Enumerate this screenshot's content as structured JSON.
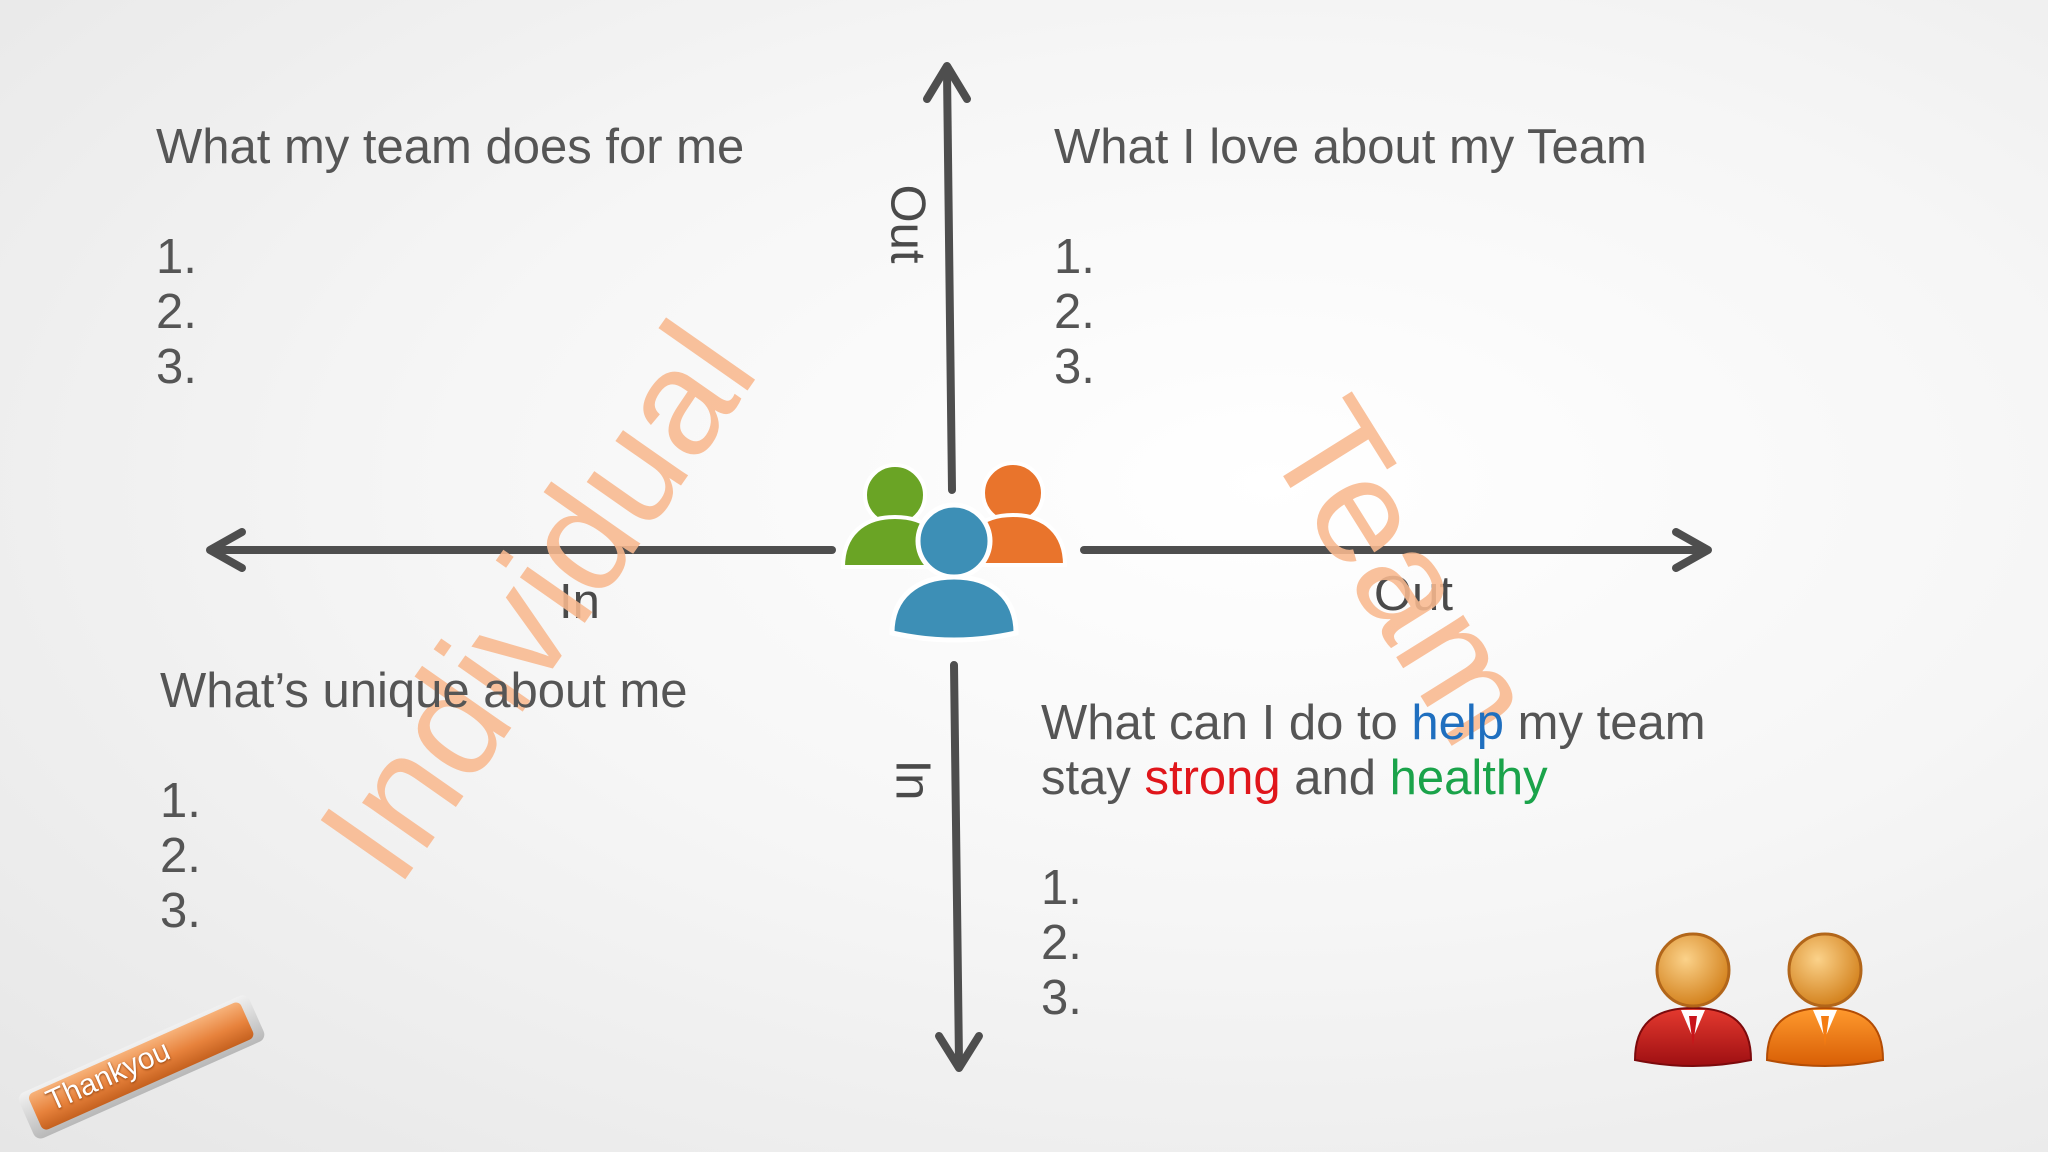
{
  "colors": {
    "axis": "#4e4e4e",
    "text": "#555555",
    "watermark": "#f9b98f",
    "help": "#1f6fbf",
    "strong": "#e0161b",
    "healthy": "#1aa34a",
    "person_green": "#6aa425",
    "person_orange": "#e9742c",
    "person_blue": "#3d8fb6",
    "avatar_red": "#c9141a",
    "avatar_orange": "#f47c12",
    "avatar_head": "#eea13e"
  },
  "axes": {
    "top_label": "Out",
    "bottom_label": "In",
    "left_label": "In",
    "right_label": "Out"
  },
  "watermarks": {
    "left": "Individual",
    "right": "Team"
  },
  "quadrants": {
    "top_left": {
      "title": "What my team does for me",
      "items": [
        "1.",
        "2.",
        "3."
      ]
    },
    "top_right": {
      "title": "What I love about my Team",
      "items": [
        "1.",
        "2.",
        "3."
      ]
    },
    "bottom_left": {
      "title": "What’s unique about me",
      "items": [
        "1.",
        "2.",
        "3."
      ]
    },
    "bottom_right": {
      "title_part1": "What can I do to ",
      "title_help": "help",
      "title_part2": " my team",
      "title_part3": "stay ",
      "title_strong": "strong",
      "title_part4": " and ",
      "title_healthy": "healthy",
      "items": [
        "1.",
        "2.",
        "3."
      ]
    }
  },
  "badge": {
    "label": "Thankyou"
  },
  "icons": {
    "center": "team-people-icon",
    "corner": "two-users-icon"
  }
}
